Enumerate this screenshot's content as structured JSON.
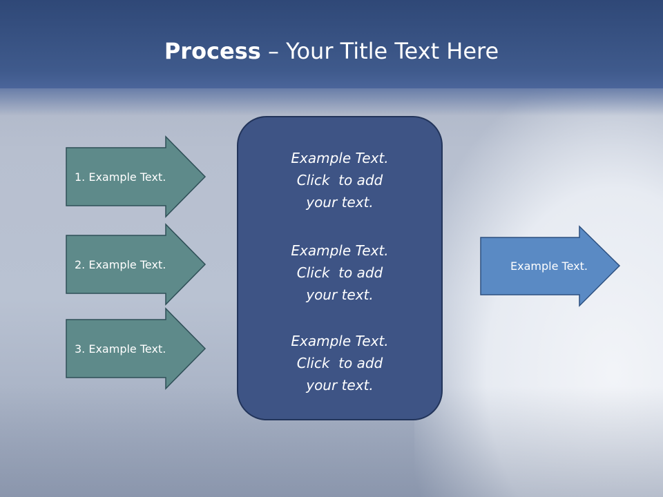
{
  "slide": {
    "title_bold": "Process",
    "title_rest": " – Your Title Text Here"
  },
  "left_arrows": [
    {
      "label": "1. Example Text."
    },
    {
      "label": "2. Example Text."
    },
    {
      "label": "3. Example Text."
    }
  ],
  "center_box": {
    "blocks": [
      {
        "lines": [
          "Example Text.",
          "Click  to add",
          "your text."
        ]
      },
      {
        "lines": [
          "Example Text.",
          "Click  to add",
          "your text."
        ]
      },
      {
        "lines": [
          "Example Text.",
          "Click  to add",
          "your text."
        ]
      }
    ]
  },
  "right_arrow": {
    "label": "Example Text."
  },
  "colors": {
    "header": "#3b5587",
    "left_arrow_fill": "#5e8a8a",
    "center_box_fill": "#3e5485",
    "right_arrow_fill": "#5a8ac4"
  }
}
